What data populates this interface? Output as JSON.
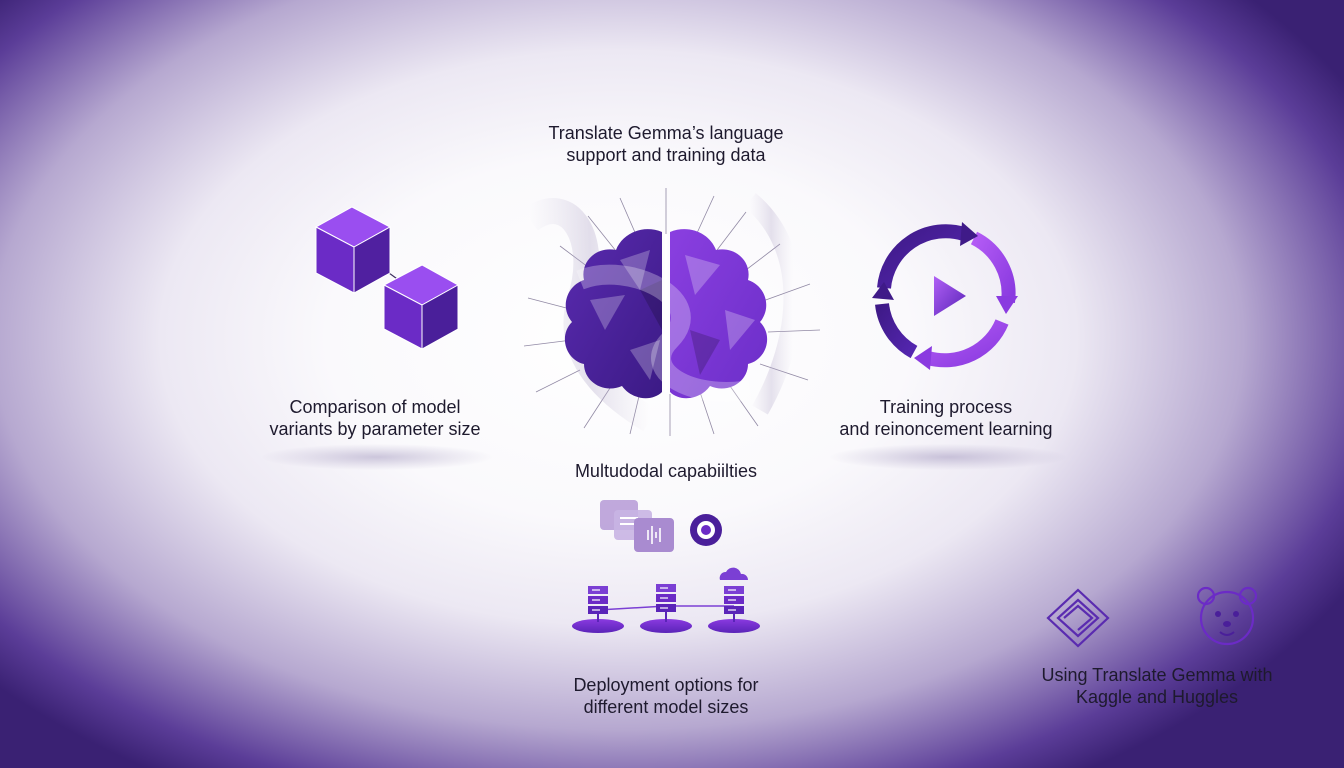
{
  "colors": {
    "accent_dark": "#4a1f9a",
    "accent_mid": "#7b3fd4",
    "accent_light": "#a25cf0",
    "text": "#1e1a2e"
  },
  "sections": {
    "language": {
      "line1": "Translate Gemma’s language",
      "line2": "support and training data",
      "icon": "brain-icon"
    },
    "model_variants": {
      "line1": "Comparison of model",
      "line2": "variants by parameter size",
      "icon": "cubes-icon"
    },
    "training": {
      "line1": "Training process",
      "line2": "and reinoncement learning",
      "icon": "cycle-play-icon"
    },
    "multimodal": {
      "line1": "Multudodal capabiilties",
      "icon": "media-icons"
    },
    "deployment": {
      "line1": "Deployment options for",
      "line2": "different model sizes",
      "icon": "server-network-icon"
    },
    "integrations": {
      "line1": "Using Translate Gemma with",
      "line2": "Kaggle and Huggles",
      "icons": [
        "kaggle-icon",
        "hugging-face-icon"
      ]
    }
  }
}
